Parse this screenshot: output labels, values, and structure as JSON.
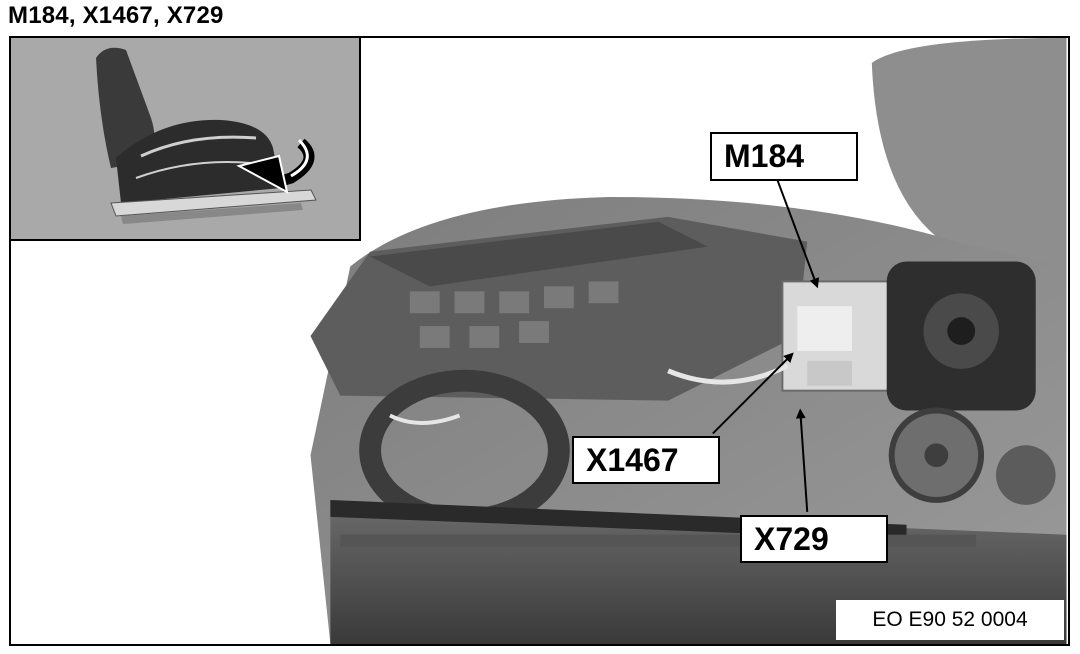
{
  "title": "M184, X1467, X729",
  "callouts": {
    "m184": "M184",
    "x1467": "X1467",
    "x729": "X729"
  },
  "figure_code": "EO E90 52 0004",
  "icons": {
    "inset": "seat-overview-icon",
    "arrow": "curved-arrow-icon"
  },
  "colors": {
    "background": "#ffffff",
    "ink": "#000000",
    "photo_gray": "#8a8a8a"
  }
}
